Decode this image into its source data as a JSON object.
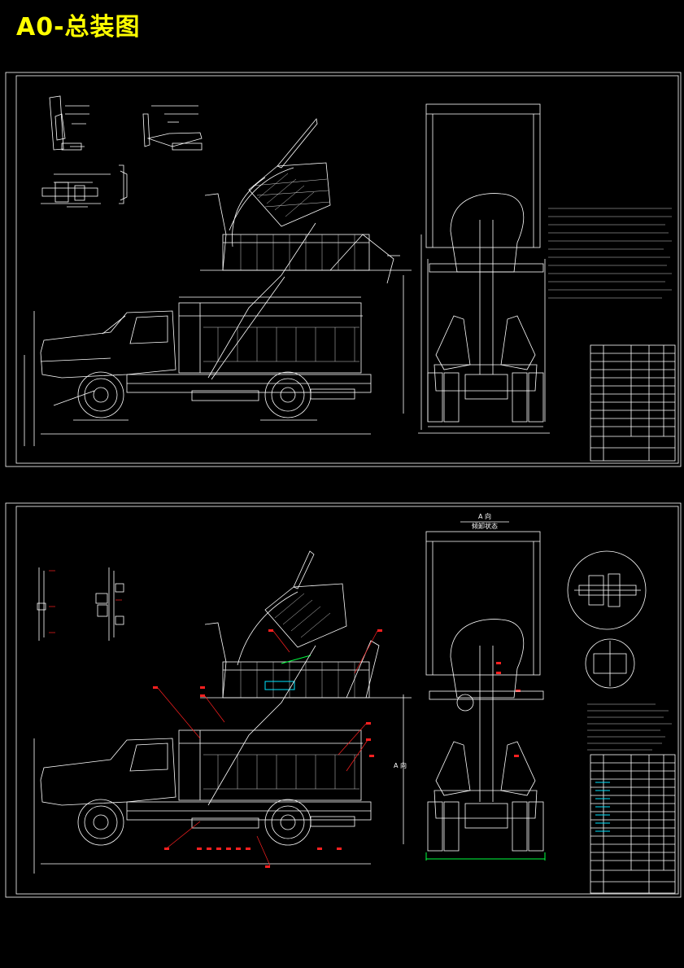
{
  "title": "A0-总装图",
  "sheet2": {
    "view_label_main": "A 向",
    "view_label_sub": "倾卸状态",
    "section_label": "A 向"
  },
  "colors": {
    "title": "#ffff00",
    "lines": "#ffffff",
    "markers": "#ff2020",
    "accent": "#00e5ff",
    "ground": "#00ff40"
  }
}
